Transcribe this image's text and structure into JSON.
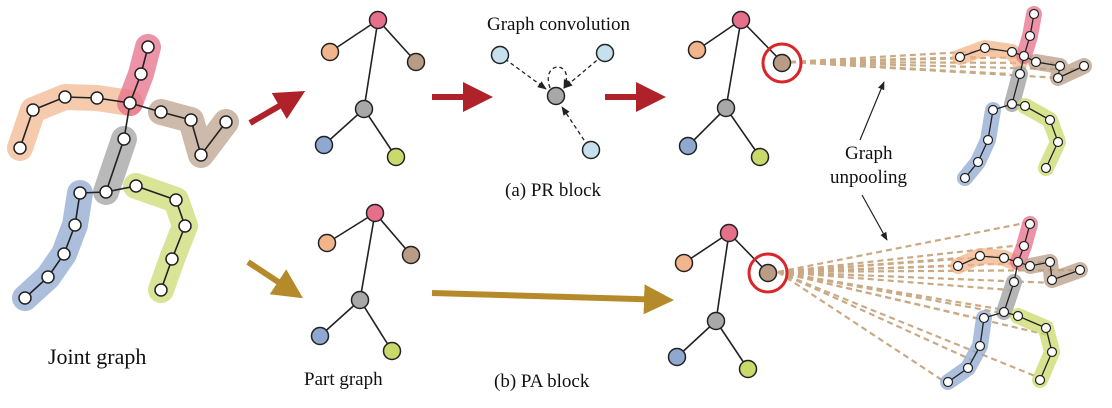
{
  "labels": {
    "joint_graph": "Joint graph",
    "part_graph": "Part graph",
    "graph_convolution": "Graph convolution",
    "pr_block": "(a) PR block",
    "pa_block": "(b) PA block",
    "graph_unpooling_line1": "Graph",
    "graph_unpooling_line2": "unpooling"
  },
  "colors": {
    "head": "#e66f8a",
    "left_arm": "#f2b48a",
    "right_arm": "#b89c86",
    "torso": "#a8a8a8",
    "left_leg": "#8fa8cf",
    "right_leg": "#c9d96a",
    "conv_node": "#c6e0ee",
    "pr_arrow": "#b0222a",
    "pa_arrow": "#b58a2a",
    "highlight_circle": "#d8262a",
    "unpool_dash": "#c9aa85"
  }
}
